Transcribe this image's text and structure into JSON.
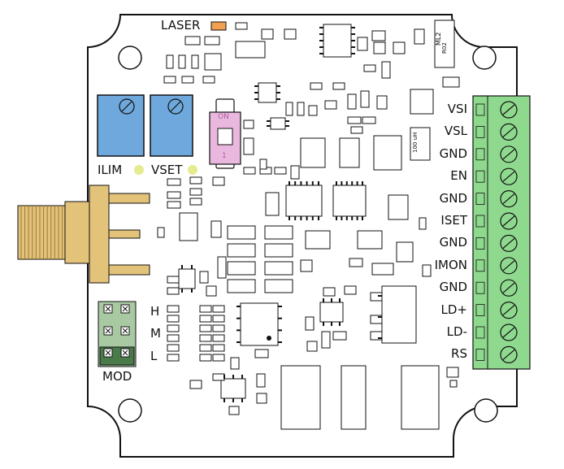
{
  "labels": {
    "laser": "LASER",
    "ilim": "ILIM",
    "vset": "VSET",
    "mod": "MOD",
    "header_h": "H",
    "header_m": "M",
    "header_l": "L",
    "dip_on": "ON",
    "dip_num": "1"
  },
  "terminals": [
    "VSI",
    "VSL",
    "GND",
    "EN",
    "GND",
    "ISET",
    "GND",
    "IMON",
    "GND",
    "LD+",
    "LD-",
    "RS"
  ],
  "component_marks": {
    "regulator_top": "ML2",
    "inductor_mark": "100 uH",
    "resistor_mark": "R02"
  },
  "colors": {
    "board": "#ffffff",
    "outline": "#111111",
    "trimpot": "#6fa8dc",
    "terminal_block": "#8fd98f",
    "sma_gold": "#e3c27a",
    "dip_pink": "#eab8df",
    "header_green": "#a9c9a3",
    "laser_led": "#f0a050",
    "indicator_led": "#e6eb8f"
  }
}
